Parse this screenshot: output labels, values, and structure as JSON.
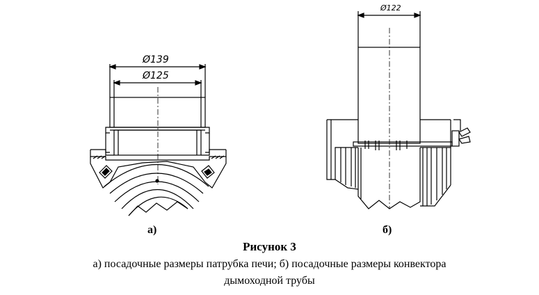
{
  "figure": {
    "label_a": "а)",
    "label_b": "б)",
    "title": "Рисунок 3",
    "caption_line1": "а) посадочные размеры патрубка печи; б) посадочные размеры конвектора",
    "caption_line2": "дымоходной трубы"
  },
  "dimensions": {
    "a_outer": "Ø139",
    "a_inner": "Ø125",
    "b_pipe": "Ø122"
  }
}
